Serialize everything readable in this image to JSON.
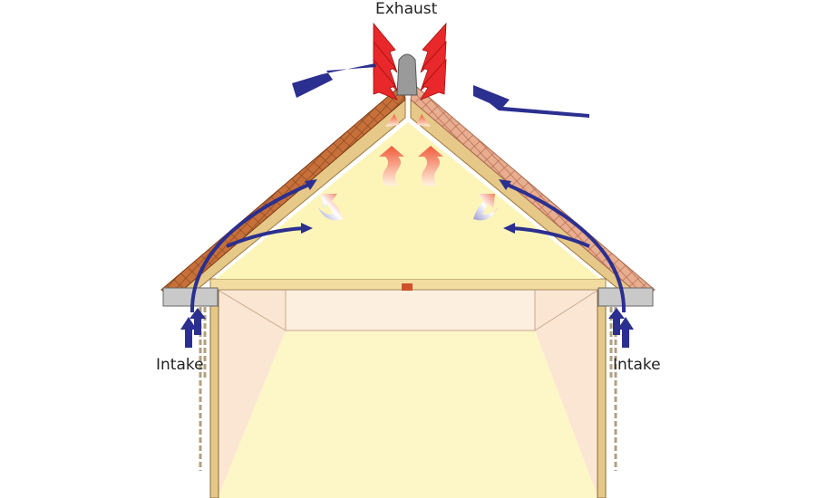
{
  "labels": {
    "exhaust": "Exhaust",
    "intake_left": "Intake",
    "intake_right": "Intake"
  },
  "colors": {
    "airflow_arrow": "#2b2f8f",
    "exhaust_arrow": "#e8282a",
    "heat_arrow": "#f06a4a",
    "roof_left": "#c8703a",
    "roof_right": "#e4a98a",
    "attic": "#fdf5b8",
    "wood": "#e6c888",
    "vent": "#9a9a9a"
  }
}
